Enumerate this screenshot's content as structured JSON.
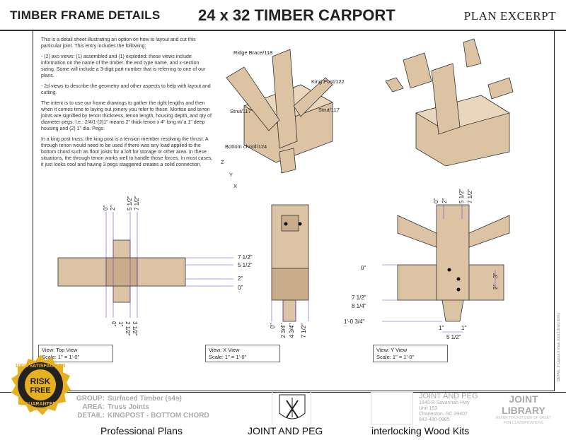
{
  "header": {
    "left": "TIMBER FRAME DETAILS",
    "center": "24 x 32 TIMBER CARPORT",
    "right": "PLAN EXCERPT"
  },
  "description": [
    "This is a detail sheet illustrating an option on how to layout and cut this particular joint. This entry includes the following:",
    "- (2) axo views: (1) assembled and (1) exploded:  these views include information on the name of the timber, the end type name, and x-section sizing. Some will include a 3-digit part number that is referring to one of our plans.",
    "- 2d views to describe the geometry and other aspects to help with layout and cutting.",
    "The intent is to use our frame drawings to gather the right lengths and then when it comes time to laying out joinery you refer to these.  Mortise and tenon joints are signified by tenon thickness, tenon length, housing depth, and qty of diameter pegs.  I.e.: 2/4/1-(2)1\" means 2\" thick tenon x 4\" long w/ a 1\" deep housing and (2) 1\" dia. Pegs.",
    "In a king post truss, the king post is a tension member resolving the thrust.  A through tenon would need to be used if there was any load applied to the bottom chord such as floor joists for a loft for storage or other area.  In these situations, the through tenon works well to handle those forces.  In most cases, it just looks cool and having 3 pegs staggered creates a solid connection."
  ],
  "axo_labels": {
    "ridge": "Ridge Brace/118",
    "king": "King Post/122",
    "strut_l": "Strut/117",
    "strut_r": "Strut/117",
    "chord": "Bottom chord/124",
    "z": "Z",
    "y": "Y",
    "x": "X"
  },
  "top_view": {
    "top_dims": [
      "0\"",
      "2\"",
      "5 1/2\"",
      "7 1/2\""
    ],
    "right_dims": [
      "7 1/2\"",
      "5 1/2\"",
      "2\"",
      "0\""
    ],
    "bottom_dims": [
      "0\"",
      "1\"",
      "2 1/2\"",
      "3 1/2\""
    ],
    "view": "View:  Top View",
    "scale": "Scale:  1\" = 1'-0\""
  },
  "x_view": {
    "bottom_dims": [
      "0\"",
      "2 3/4\"",
      "4 3/4\"",
      "7 1/2\""
    ],
    "view": "View:  X View",
    "scale": "Scale:  1\" = 1'-0\""
  },
  "y_view": {
    "top_dims": [
      "0\"",
      "2\"",
      "5 1/2\"",
      "7 1/2\""
    ],
    "left_dims": [
      "0\"",
      "7 1/2\"",
      "8 1/4\"",
      "1'-0 3/4\""
    ],
    "right_dims": [
      "3\"",
      "2\""
    ],
    "bottom_dims": [
      "1\"",
      "1\"",
      "5 1/2\""
    ],
    "view": "View:  Y View",
    "scale": "Scale:  1\" = 1'-0\""
  },
  "title_block": {
    "group_label": "GROUP:",
    "group": "Surfaced Timber (s4s)",
    "area_label": "AREA:",
    "area": "Truss Joints",
    "detail_label": "DETAIL:",
    "detail": "KINGPOST - BOTTOM CHORD",
    "company": "JOINT AND PEG",
    "addr1": "1643-B Savannah Hwy",
    "addr2": "Unit 163",
    "addr3": "Charleston, SC 29407",
    "phone": "843-480-0885",
    "library": "JOINT LIBRARY",
    "lib_note1": "REFER TO LAST SIDE OF SHEET",
    "lib_note2": "FOR CLASSIFICATIONS"
  },
  "side_text": "DETAIL:  2     Layout     1 View     Joint Library Entry",
  "captions": {
    "left": "Professional Plans",
    "center": "JOINT AND PEG",
    "right": "interlocking Wood Kits"
  },
  "seal": {
    "top": "100% SATISFACTION",
    "mid1": "RISK",
    "mid2": "FREE",
    "bottom": "GUARANTEE"
  },
  "colors": {
    "timber": "#dcc3a3",
    "dimension": "#7b3fe4",
    "seal": "#e6b020"
  }
}
